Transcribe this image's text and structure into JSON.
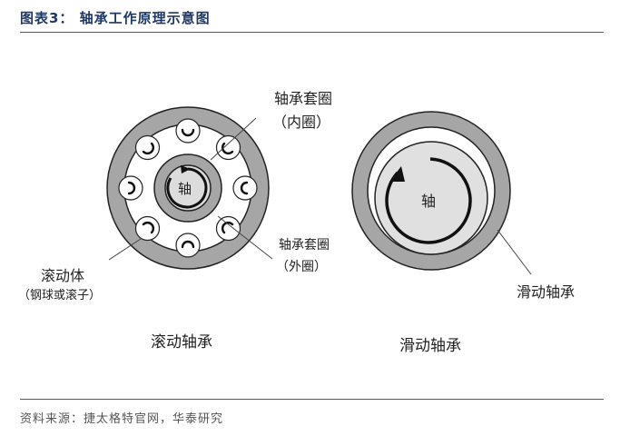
{
  "header": {
    "title": "图表3： 轴承工作原理示意图"
  },
  "diagram": {
    "rolling": {
      "inner_ring_label": "轴承套圈",
      "inner_ring_sub": "（内圈）",
      "outer_ring_label": "轴承套圈",
      "outer_ring_sub": "（外圈）",
      "rolling_body_label": "滚动体",
      "rolling_body_sub": "（钢球或滚子）",
      "shaft_label": "轴",
      "caption": "滚动轴承"
    },
    "sliding": {
      "shaft_label": "轴",
      "side_label": "滑动轴承",
      "caption": "滑动轴承"
    }
  },
  "footer": {
    "source": "资料来源：捷太格特官网，华泰研究"
  },
  "colors": {
    "ring": "#a6a6a6",
    "title": "#1f3864",
    "rule": "#3b5e8c"
  }
}
